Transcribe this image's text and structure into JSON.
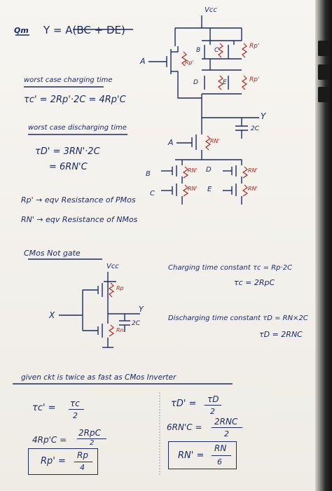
{
  "question": {
    "label": "Qm",
    "expression": "Y = A(BC + DE)"
  },
  "worst_charging": {
    "heading": "worst case charging time",
    "equation": "τc' = 2Rp'·2C = 4Rp'C"
  },
  "worst_discharging": {
    "heading": "worst case discharging time",
    "equation1": "τD' = 3RN'·2C",
    "equation2": "= 6RN'C"
  },
  "definitions": {
    "rp": "Rp' → eqv Resistance of PMos",
    "rn": "RN' → eqv Resistance of NMos"
  },
  "circuit1": {
    "vcc": "Vcc",
    "out": "Y",
    "cap": "2C",
    "inputs": {
      "a_top": "A",
      "b_top": "B",
      "c_top": "C",
      "d_top": "D",
      "e_top": "E",
      "a_bot": "A",
      "b_bot": "B",
      "c_bot": "C",
      "d_bot": "D",
      "e_bot": "E"
    },
    "rp": "Rp'",
    "rn": "RN'"
  },
  "not_gate": {
    "heading": "CMos Not gate",
    "vcc": "Vcc",
    "in": "X",
    "out": "Y",
    "cap": "2C",
    "rp": "Rp",
    "rn": "Rn"
  },
  "charging": {
    "line1": "Charging time constant τc = Rp·2C",
    "line2": "τc = 2RpC"
  },
  "discharging": {
    "line1": "Discharging time constant τD = RN×2C",
    "line2": "τD = 2RNC"
  },
  "given": {
    "heading": "given ckt is twice as fast as CMos Inverter"
  },
  "left_derivation": {
    "l1a": "τc' =",
    "l1num": "τc",
    "l1den": "2",
    "l2a": "4Rp'C =",
    "l2num": "2RpC",
    "l2den": "2",
    "boxa": "Rp' =",
    "boxnum": "Rp",
    "boxden": "4"
  },
  "right_derivation": {
    "l1a": "τD' =",
    "l1num": "τD",
    "l1den": "2",
    "l2a": "6RN'C =",
    "l2num": "2RNC",
    "l2den": "2",
    "boxa": "RN' =",
    "boxnum": "RN",
    "boxden": "6"
  }
}
